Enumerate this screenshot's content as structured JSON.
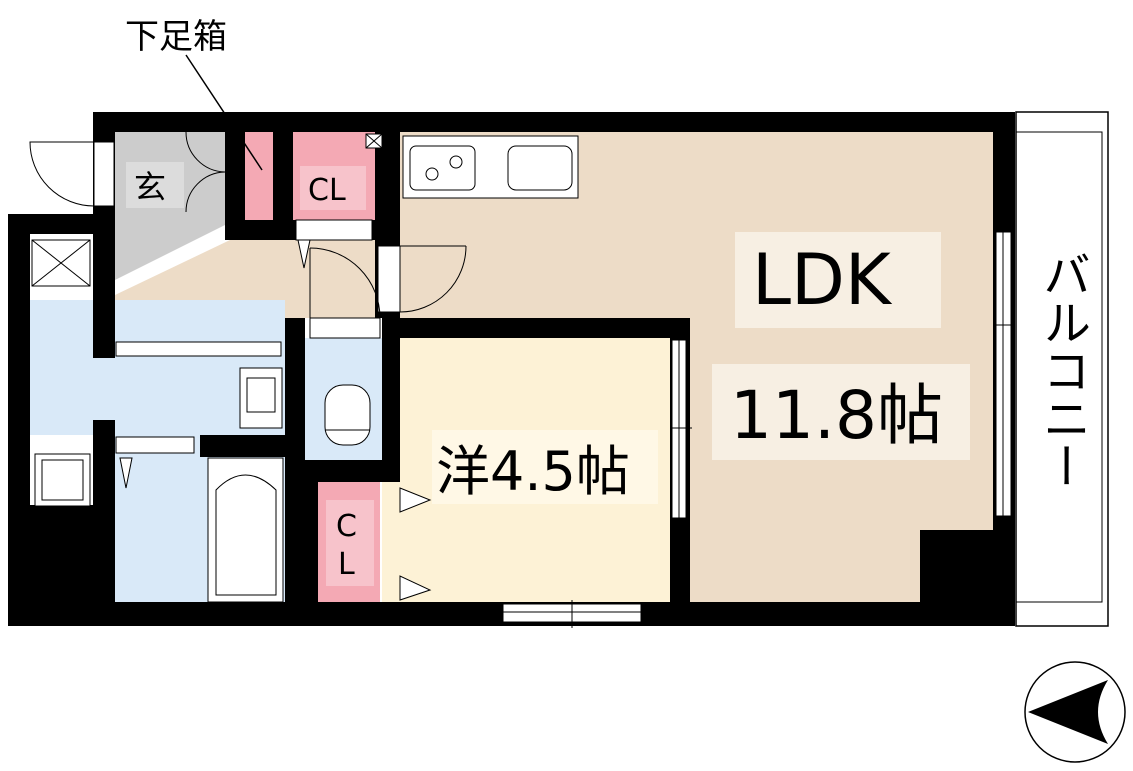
{
  "annotations": {
    "shoe_cabinet": "下足箱"
  },
  "rooms": {
    "entrance": "玄",
    "closet_entrance": "CL",
    "ldk_name": "LDK",
    "ldk_size": "11.8帖",
    "western_room": "洋4.5帖",
    "closet_room_c": "C",
    "closet_room_l": "L",
    "balcony": "バルコニー"
  },
  "colors": {
    "wall": "#000000",
    "ldk_floor": "#eddcc7",
    "western_floor": "#fdf2d6",
    "wet_area": "#d9e9f8",
    "entrance_floor": "#cccccc",
    "storage": "#f4a9b4",
    "label_bg": "#f7efe3"
  },
  "icons": {
    "compass": "compass-north-west-icon",
    "pipe_shaft": "pipe-shaft-icon"
  }
}
